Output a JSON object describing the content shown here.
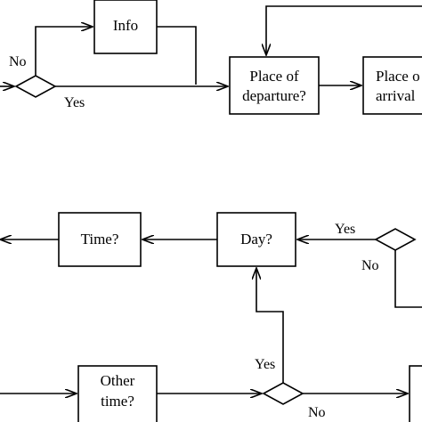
{
  "nodes": {
    "info": "Info",
    "place_of_departure_line1": "Place of",
    "place_of_departure_line2": "departure?",
    "place_of_arrival_line1": "Place o",
    "place_of_arrival_line2": "arrival",
    "time": "Time?",
    "day": "Day?",
    "other_time_line1": "Other",
    "other_time_line2": "time?"
  },
  "edge_labels": {
    "top_no": "No",
    "top_yes": "Yes",
    "mid_yes": "Yes",
    "mid_no": "No",
    "bottom_yes": "Yes",
    "bottom_no": "No"
  }
}
